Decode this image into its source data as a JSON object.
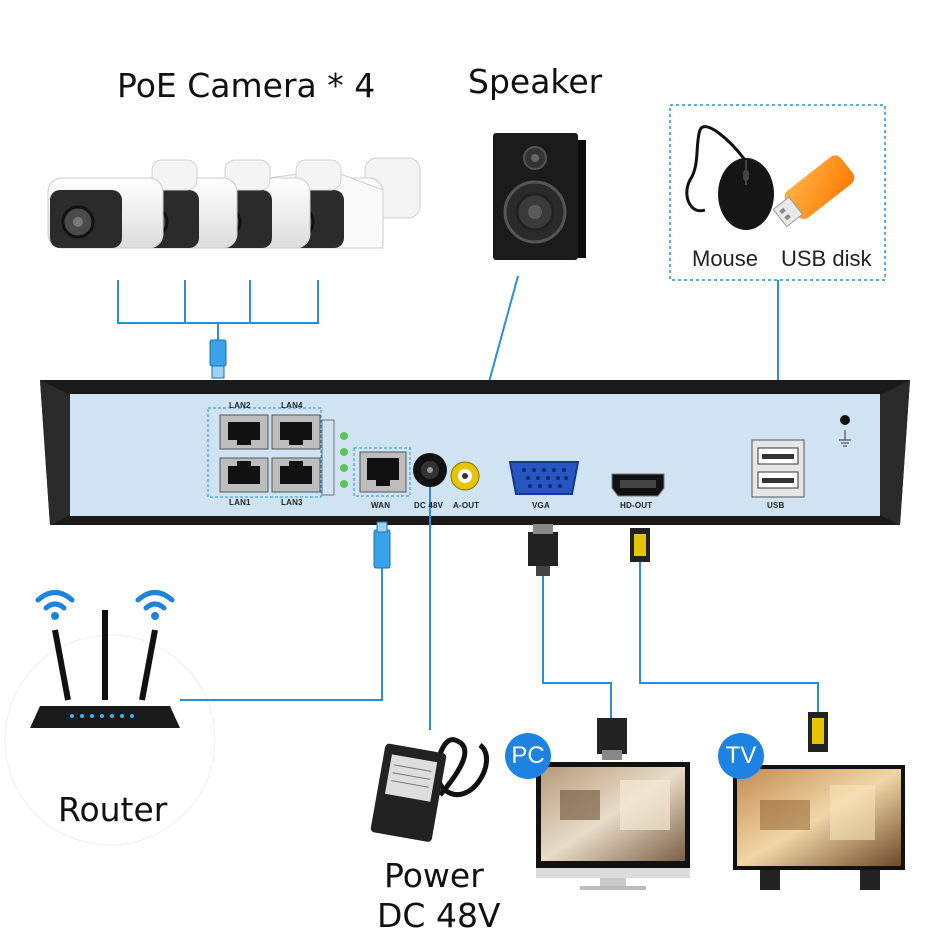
{
  "labels": {
    "cameras": "PoE Camera * 4",
    "speaker": "Speaker",
    "mouse": "Mouse",
    "usb_disk": "USB disk",
    "router": "Router",
    "power_line1": "Power",
    "power_line2": "DC 48V"
  },
  "ports": {
    "lan2": "LAN2",
    "lan4": "LAN4",
    "lan1": "LAN1",
    "lan3": "LAN3",
    "wan": "WAN",
    "dc": "DC 48V",
    "aout": "A-OUT",
    "vga": "VGA",
    "hdout": "HD-OUT",
    "usb": "USB"
  },
  "badges": {
    "pc": "PC",
    "tv": "TV"
  },
  "colors": {
    "cable": "#2a8fd8",
    "panel": "#cfe3f3",
    "chassis": "#1a1a1a",
    "badge": "#1d82e0",
    "led": "#5fc35a"
  }
}
